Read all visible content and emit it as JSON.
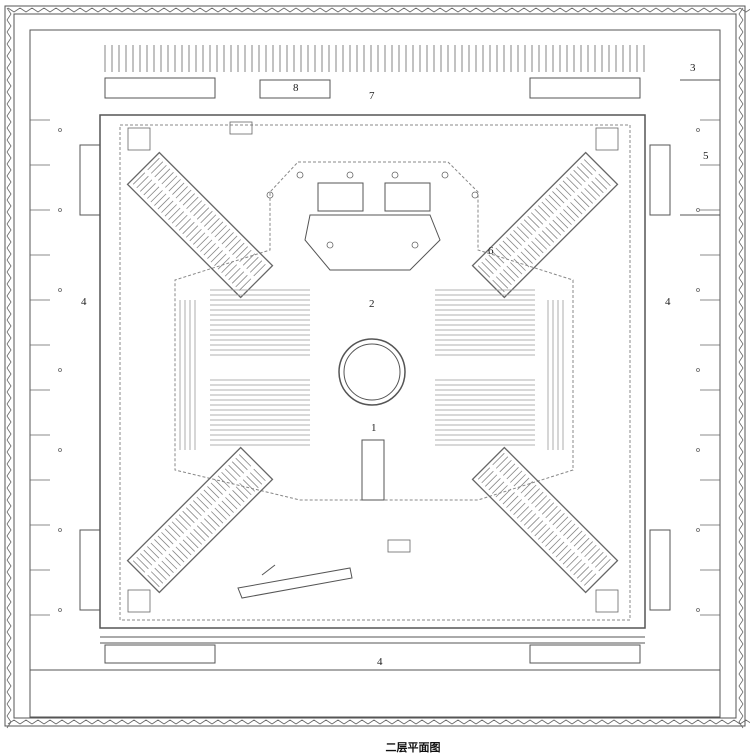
{
  "plan": {
    "caption": "二层平面图",
    "labels": {
      "l1": "1",
      "l2": "2",
      "l3": "3",
      "l4a": "4",
      "l4b": "4",
      "l4c": "4",
      "l5": "5",
      "l6": "6",
      "l7": "7",
      "l8": "8"
    },
    "line_color": "#555555"
  }
}
